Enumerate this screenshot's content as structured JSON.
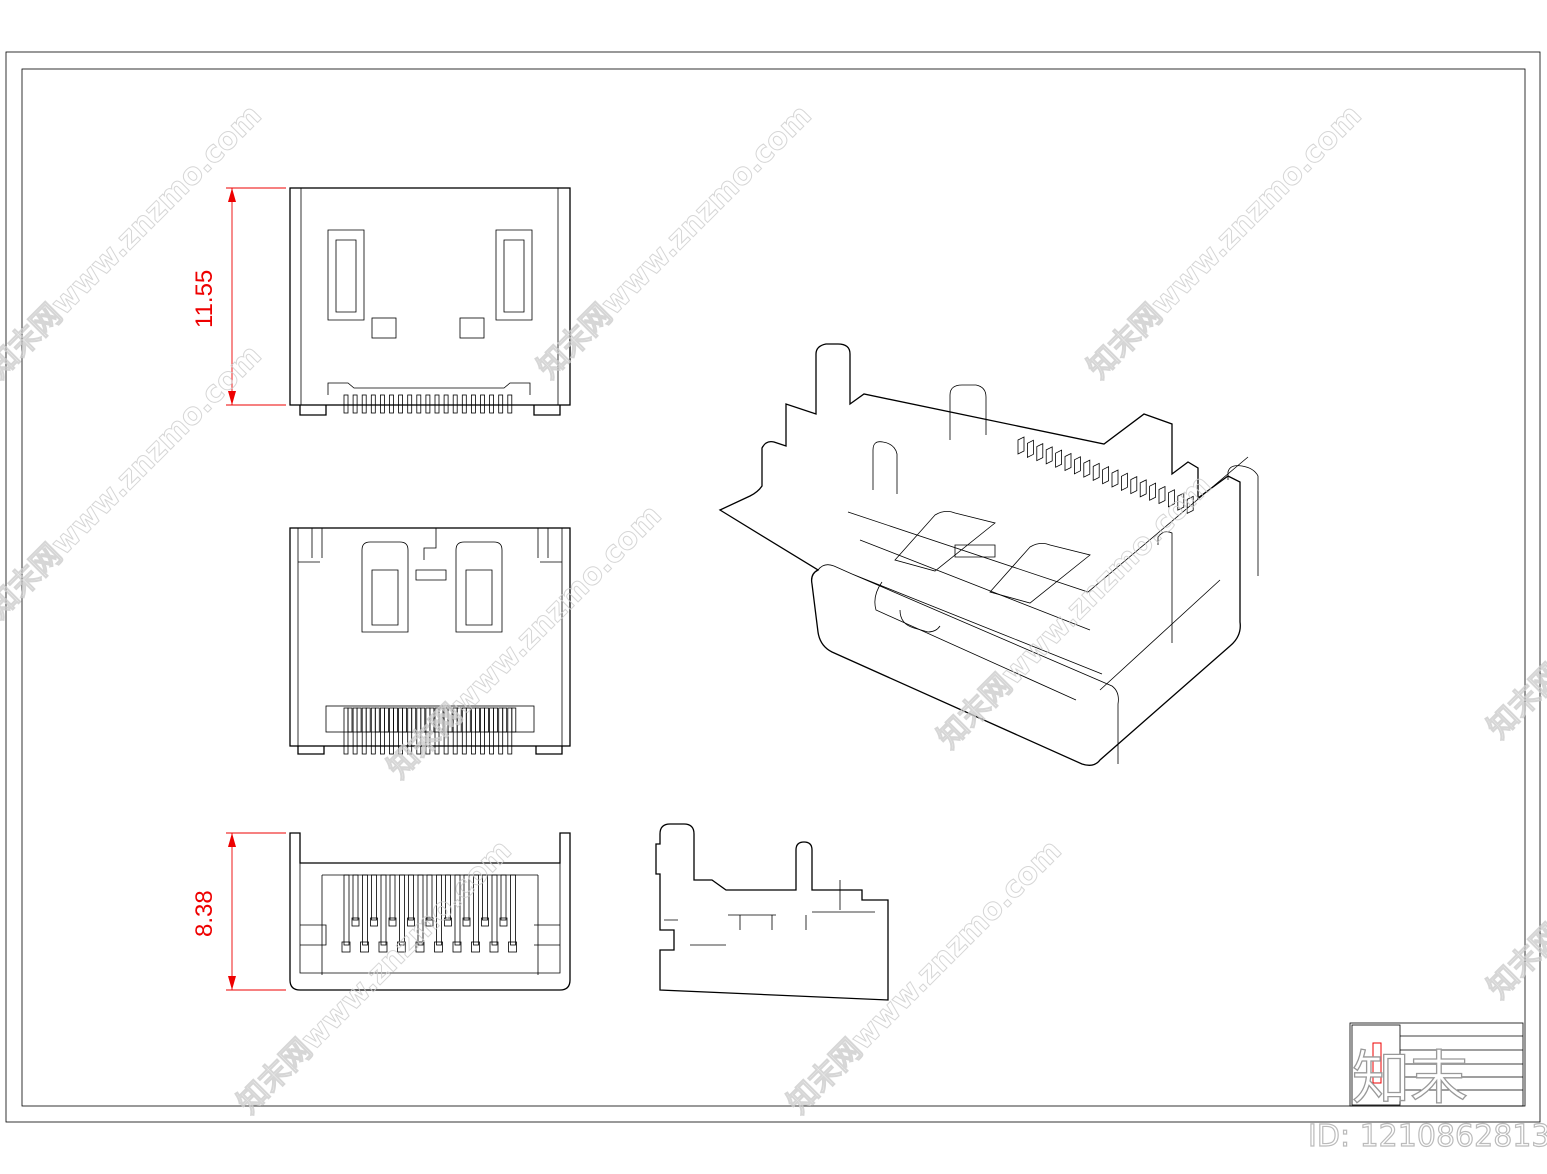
{
  "drawing": {
    "dimensions": {
      "front_height": "11.55",
      "side_height": "8.38"
    }
  },
  "watermark": {
    "text": "知末网www.znzmo.com"
  },
  "title_block": {
    "logo_text": "知末",
    "stamp_color": "#e00000"
  },
  "footer": {
    "id_label": "ID: 1210862813"
  },
  "colors": {
    "line": "#000000",
    "dimension": "#e00000",
    "watermark": "#cccccc"
  }
}
